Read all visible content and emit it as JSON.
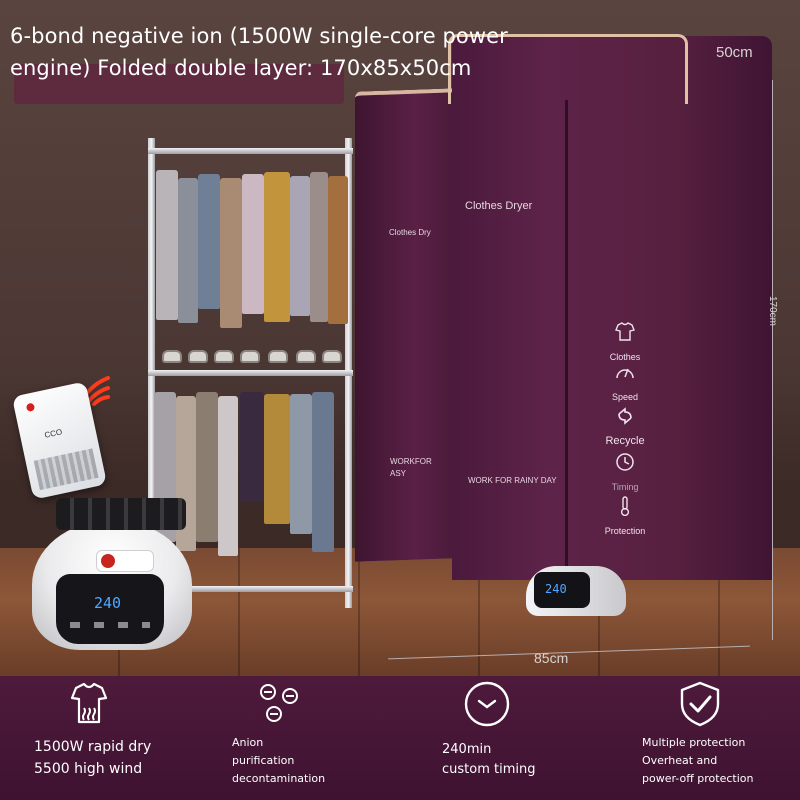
{
  "header": {
    "title_line1": "6-bond negative ion (1500W single-core power",
    "title_line2": " engine) Folded double layer: 170x85x50cm"
  },
  "dimensions": {
    "depth": "50cm",
    "height": "170cm",
    "width": "85cm"
  },
  "cabinet": {
    "label_main": "Clothes Dryer",
    "label_side": "Clothes Dry",
    "slogan_right": "WORK FOR RAINY DAY",
    "slogan_left": "WORKFOR\nASY",
    "functions": [
      {
        "icon": "clothes-icon",
        "label": "Clothes"
      },
      {
        "icon": "speed-icon",
        "label": "Speed"
      },
      {
        "icon": "recycle-icon",
        "label": "Recycle"
      },
      {
        "icon": "timing-icon",
        "label": "Timing"
      },
      {
        "icon": "thermometer-icon",
        "label": "Protection"
      }
    ]
  },
  "remote": {
    "brand": "CCO"
  },
  "heater": {
    "display": "240",
    "mini_display": "240"
  },
  "features": [
    {
      "icon": "shirt-dry-icon",
      "text": "1500W rapid dry\n5500 high wind"
    },
    {
      "icon": "anion-icon",
      "text": "Anion\npurification\ndecontamination"
    },
    {
      "icon": "clock-icon",
      "text": "240min\ncustom timing"
    },
    {
      "icon": "shield-check-icon",
      "text": "Multiple protection\nOverheat and\npower-off protection"
    }
  ],
  "colors": {
    "band": "#4e1a3c",
    "cabinet": "#5e2349",
    "title_strip": "#5d2a3e"
  }
}
